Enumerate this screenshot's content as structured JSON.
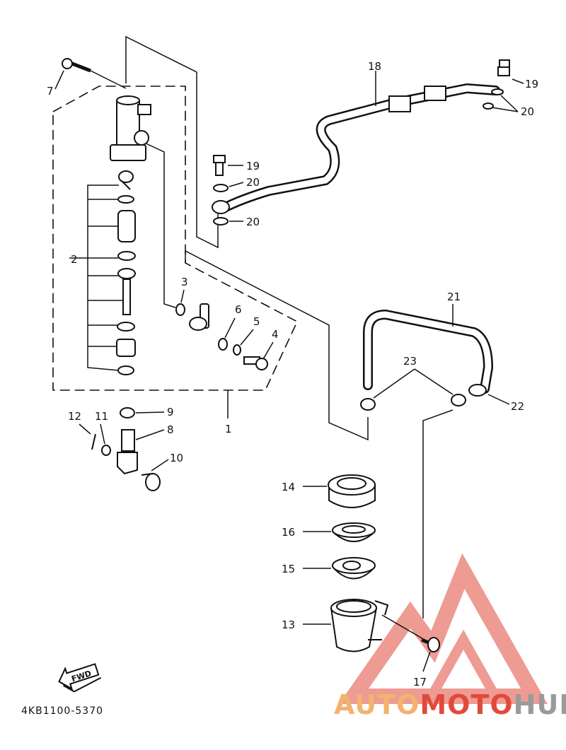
{
  "callouts": {
    "c1": "1",
    "c2": "2",
    "c3": "3",
    "c4": "4",
    "c5": "5",
    "c6": "6",
    "c7": "7",
    "c8": "8",
    "c9": "9",
    "c10": "10",
    "c11": "11",
    "c12": "12",
    "c13": "13",
    "c14": "14",
    "c15": "15",
    "c16": "16",
    "c17": "17",
    "c18": "18",
    "c19a": "19",
    "c19b": "19",
    "c20a": "20",
    "c20b": "20",
    "c20c": "20",
    "c21": "21",
    "c22": "22",
    "c23": "23"
  },
  "fwd_label": "FWD",
  "diagram_code": "4KB1100-5370",
  "watermark": {
    "auto": "AUTO",
    "moto": "MOTO",
    "hub": "HUB"
  },
  "colors": {
    "watermark_red": "#e04a3c",
    "watermark_grey": "#9a9a9a",
    "line": "#111111"
  }
}
